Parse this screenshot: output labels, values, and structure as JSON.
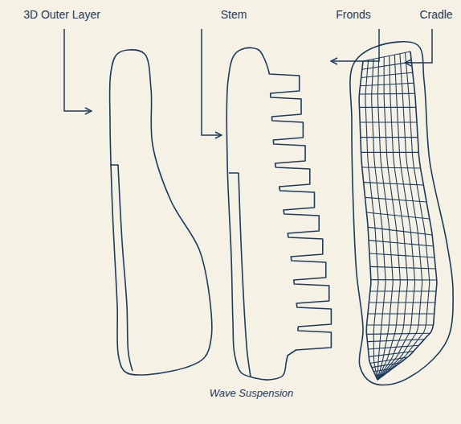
{
  "diagram": {
    "caption": "Wave Suspension",
    "labels": [
      "3D Outer Layer",
      "Stem",
      "Fronds",
      "Cradle"
    ]
  }
}
